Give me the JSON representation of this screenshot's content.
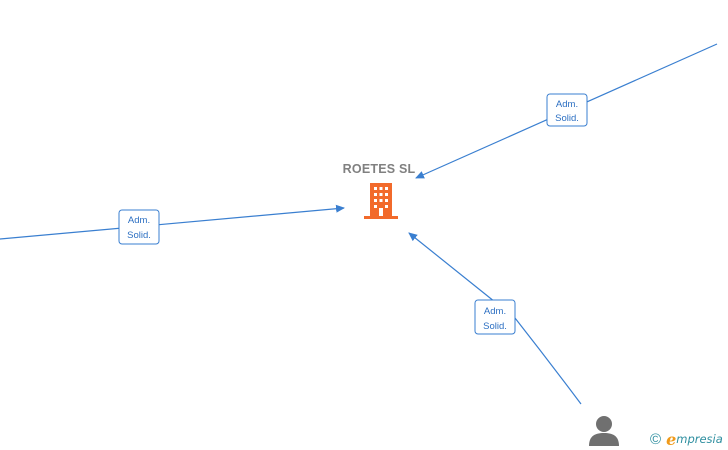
{
  "center_node": {
    "name": "ROETES SL",
    "icon": "building-icon",
    "color": "#f26a2b"
  },
  "edges": [
    {
      "id": "edge-top-right",
      "label_line1": "Adm.",
      "label_line2": "Solid."
    },
    {
      "id": "edge-left",
      "label_line1": "Adm.",
      "label_line2": "Solid."
    },
    {
      "id": "edge-bottom-right",
      "label_line1": "Adm.",
      "label_line2": "Solid."
    }
  ],
  "person_node": {
    "icon": "person-icon",
    "color": "#707070"
  },
  "brand": {
    "copyright": "©",
    "initial": "e",
    "rest": "mpresia"
  },
  "colors": {
    "edge": "#3a7fd0",
    "label_text": "#2c6fc2"
  }
}
